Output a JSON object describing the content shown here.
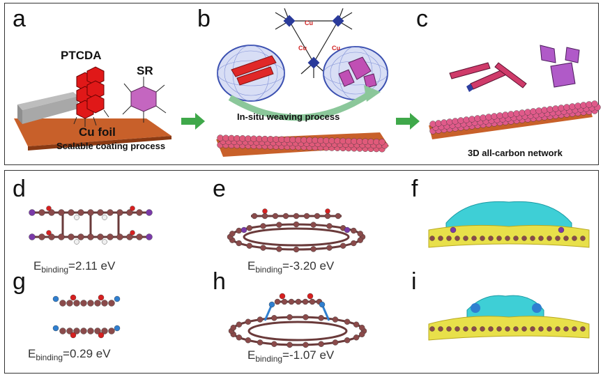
{
  "panels": {
    "a": {
      "letter": "a",
      "ptcda": "PTCDA",
      "sr": "SR",
      "foil": "Cu foil",
      "caption": "Scalable coating process"
    },
    "b": {
      "letter": "b",
      "caption": "In-situ weaving process",
      "cu1": "Cu",
      "cu2": "Cu",
      "cu3": "Cu"
    },
    "c": {
      "letter": "c",
      "caption": "3D all-carbon network"
    },
    "d": {
      "letter": "d",
      "e_prefix": "E",
      "e_sub": "binding",
      "e_value": "=2.11 eV"
    },
    "e": {
      "letter": "e",
      "e_prefix": "E",
      "e_sub": "binding",
      "e_value": "=-3.20 eV"
    },
    "f": {
      "letter": "f"
    },
    "g": {
      "letter": "g",
      "e_prefix": "E",
      "e_sub": "binding",
      "e_value": "=0.29 eV"
    },
    "h": {
      "letter": "h",
      "e_prefix": "E",
      "e_sub": "binding",
      "e_value": "=-1.07 eV"
    },
    "i": {
      "letter": "i"
    }
  },
  "colors": {
    "carbon": "#8a4a4a",
    "oxygen": "#d62020",
    "hydrogen": "#f0f0f0",
    "iodine": "#7a3aa8",
    "copper": "#2f7fd0",
    "foil": "#c8602a",
    "arrow": "#3fa84a",
    "cyan_density": "#3ecfd6",
    "yellow_density": "#e8e04a"
  }
}
